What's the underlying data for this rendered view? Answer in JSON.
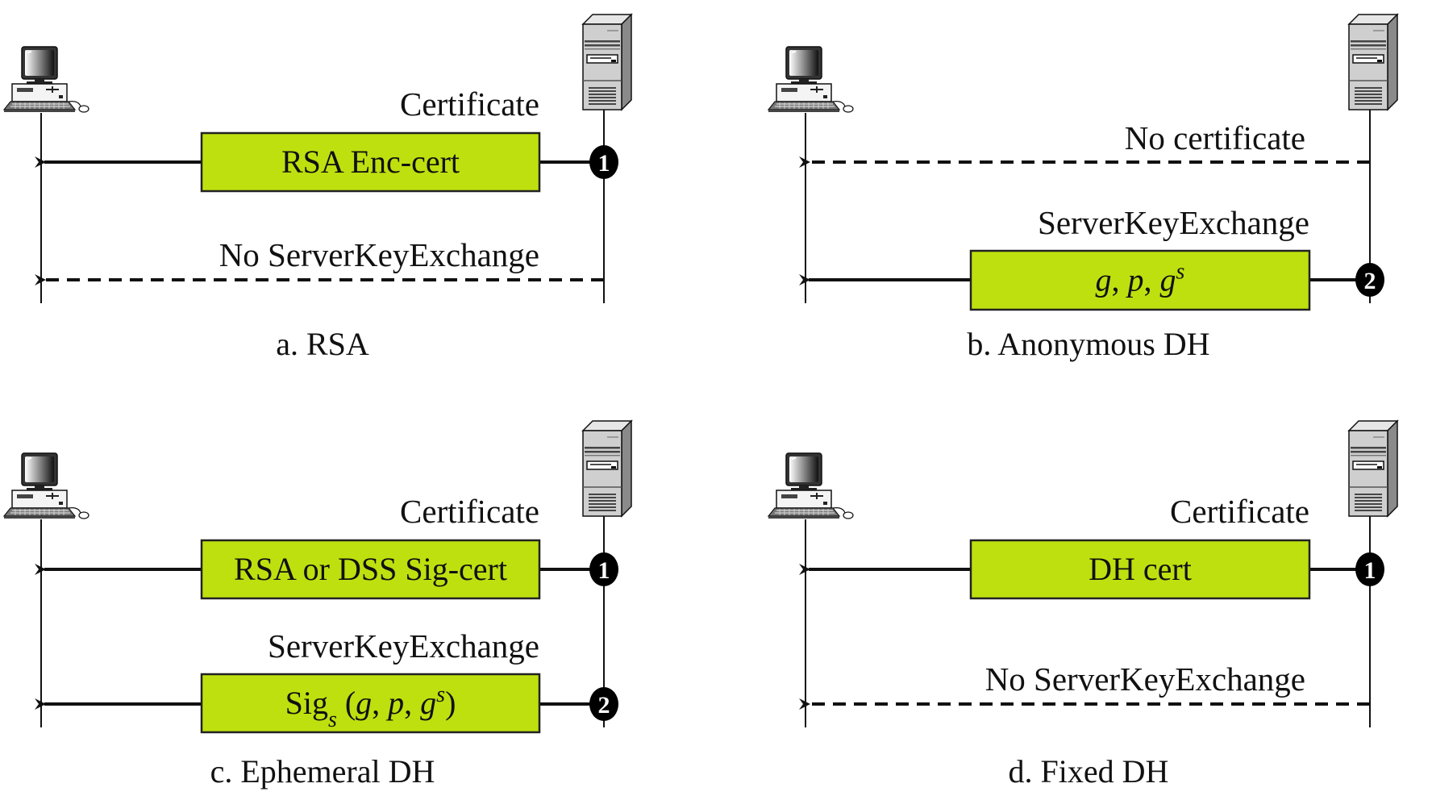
{
  "figure": {
    "colors": {
      "box_fill": "#bfe00f",
      "line": "#111111",
      "server_body": "#c8c8c8",
      "badge": "#000000"
    },
    "panels": [
      {
        "id": "a",
        "caption": "a. RSA",
        "messages": [
          {
            "label": "Certificate",
            "box": {
              "text": "RSA Enc-cert",
              "math": false
            },
            "style": "solid",
            "step": "1"
          },
          {
            "label": "No ServerKeyExchange",
            "box": null,
            "style": "dashed",
            "step": null
          }
        ]
      },
      {
        "id": "b",
        "caption": "b. Anonymous DH",
        "messages": [
          {
            "label": "No certificate",
            "box": null,
            "style": "dashed",
            "step": null
          },
          {
            "label": "ServerKeyExchange",
            "box": {
              "text": "g, p, g^s",
              "math": true,
              "parts": [
                "g",
                ", ",
                "p",
                ", ",
                "g",
                "s"
              ]
            },
            "style": "solid",
            "step": "2"
          }
        ]
      },
      {
        "id": "c",
        "caption": "c. Ephemeral DH",
        "messages": [
          {
            "label": "Certificate",
            "box": {
              "text": "RSA or DSS Sig-cert",
              "math": false
            },
            "style": "solid",
            "step": "1"
          },
          {
            "label": "ServerKeyExchange",
            "box": {
              "text": "Sig_s (g, p, g^s)",
              "math": true,
              "parts": [
                "Sig",
                "s",
                " (",
                "g",
                ", ",
                "p",
                ", ",
                "g",
                "s",
                ")"
              ]
            },
            "style": "solid",
            "step": "2"
          }
        ]
      },
      {
        "id": "d",
        "caption": "d. Fixed DH",
        "messages": [
          {
            "label": "Certificate",
            "box": {
              "text": "DH cert",
              "math": false
            },
            "style": "solid",
            "step": "1"
          },
          {
            "label": "No ServerKeyExchange",
            "box": null,
            "style": "dashed",
            "step": null
          }
        ]
      }
    ],
    "icons": {
      "client": "desktop-computer-icon",
      "server": "server-tower-icon"
    }
  }
}
